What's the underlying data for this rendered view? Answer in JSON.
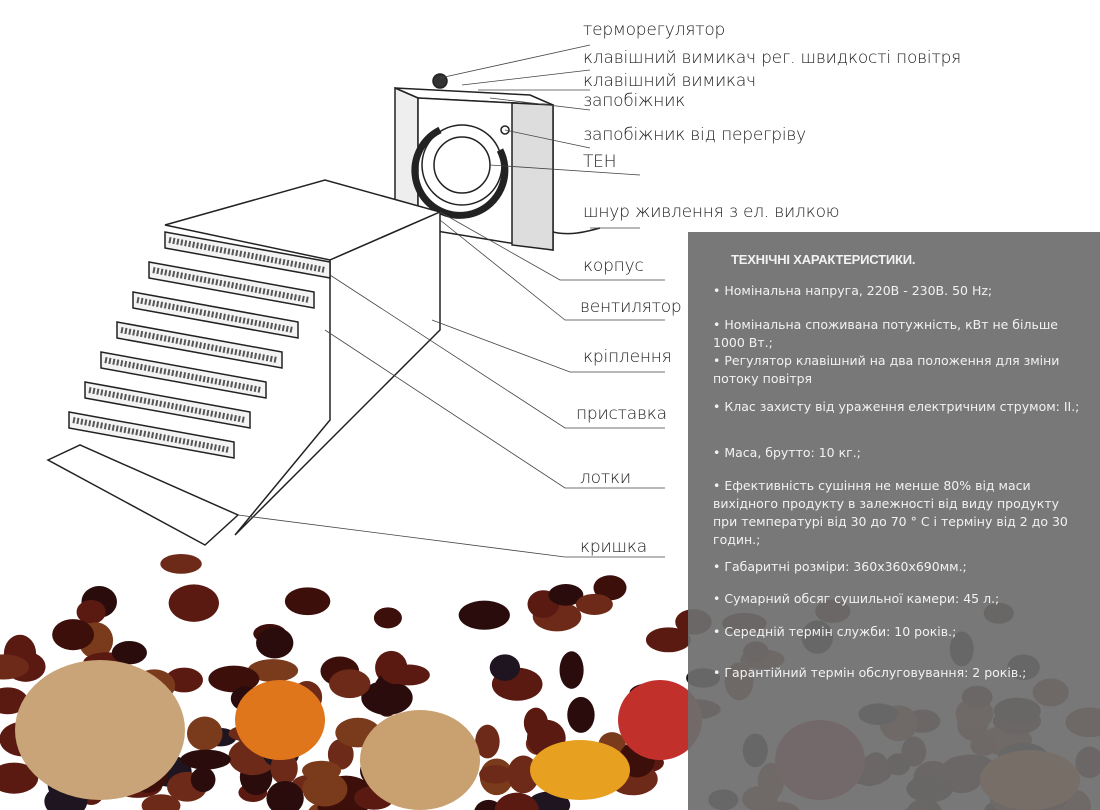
{
  "labels": {
    "thermostat": "терморегулятор",
    "airspeed_switch": "клавішний вимикач рег. швидкості  повітря",
    "switch": "клавішний вимикач",
    "fuse": "запобіжник",
    "overheat_fuse": "запобіжник від перегріву",
    "heater": "ТЕН",
    "power_cord": "шнур живлення з ел. вилкою",
    "housing": "корпус",
    "fan": "вентилятор",
    "mount": "кріплення",
    "attachment": "приставка",
    "trays": "лотки",
    "lid": "кришка"
  },
  "specs": {
    "title": "ТЕХНІЧНІ ХАРАКТЕРИСТИКИ.",
    "items": [
      "•  Номінальна напруга, 220В - 230В. 50 Hz;",
      "•  Номінальна споживана потужність, кВт не більше 1000 Вт.;",
      "•  Регулятор клавішний на два положення для зміни потоку повітря",
      "•  Клас захисту від ураження електричним струмом: II.;",
      "•  Маса, брутто: 10 кг.;",
      "•  Ефективність сушіння не менше 80% від маси вихідного продукту в залежності  від виду продукту при температурі від 30 до 70 ° С і терміну від 2 до 30 годин.;",
      "•  Габаритні розміри:  360х360х690мм.;",
      "•  Сумарний обсяг сушильної камери: 45 л.;",
      "•  Середній термін служби: 10 років.;",
      "•  Гарантійний термін обслуговування: 2 років.;"
    ]
  }
}
